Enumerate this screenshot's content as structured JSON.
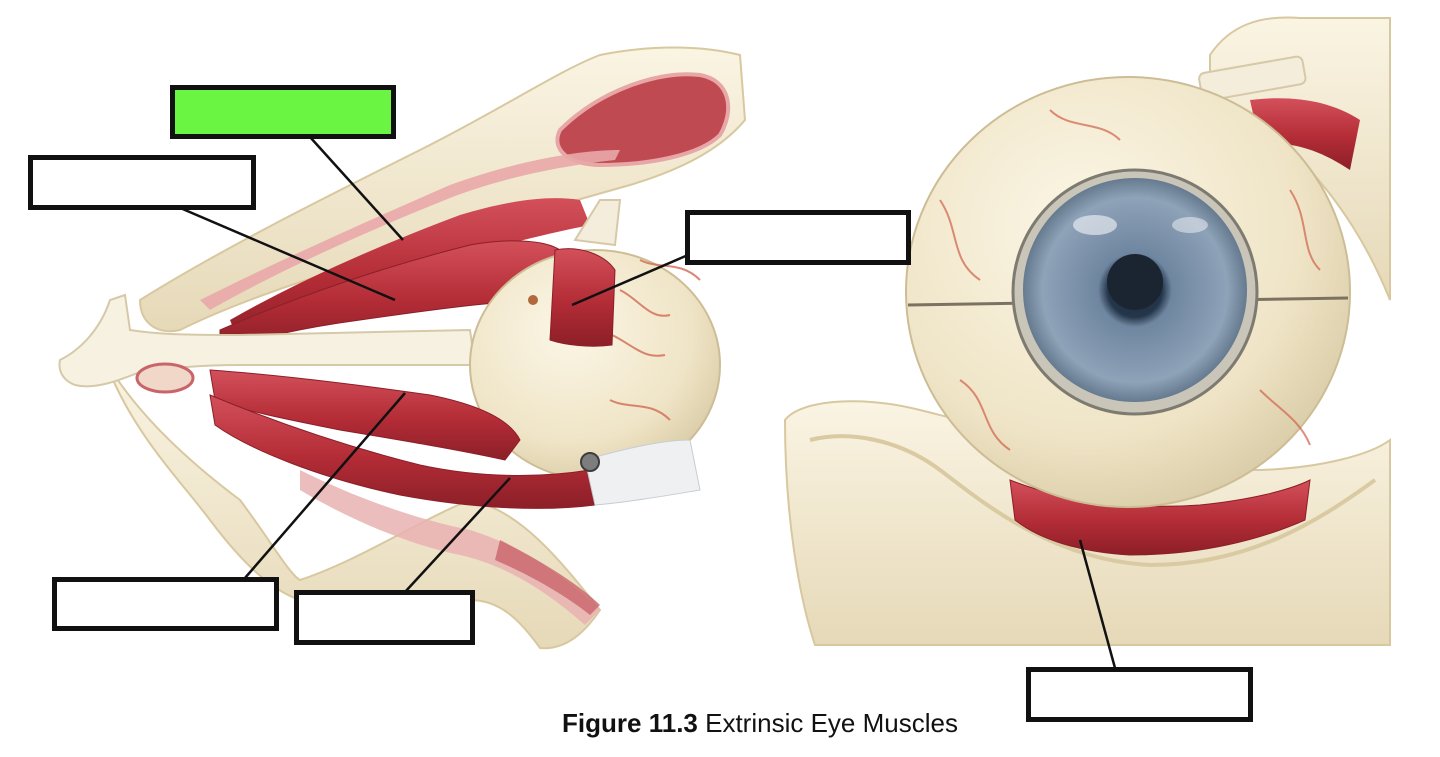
{
  "figure": {
    "number": "Figure 11.3",
    "caption": "Extrinsic Eye Muscles"
  },
  "labels": [
    {
      "id": "label-1",
      "text": "",
      "highlighted": true
    },
    {
      "id": "label-2",
      "text": "",
      "highlighted": false
    },
    {
      "id": "label-3",
      "text": "",
      "highlighted": false
    },
    {
      "id": "label-4",
      "text": "",
      "highlighted": false
    },
    {
      "id": "label-5",
      "text": "",
      "highlighted": false
    },
    {
      "id": "label-6",
      "text": "",
      "highlighted": false
    }
  ],
  "colors": {
    "highlight": "#6af542",
    "muscle": "#b8323a",
    "bone": "#f3ead2",
    "sclera": "#efe6cc",
    "iris": "#7f93a8"
  }
}
